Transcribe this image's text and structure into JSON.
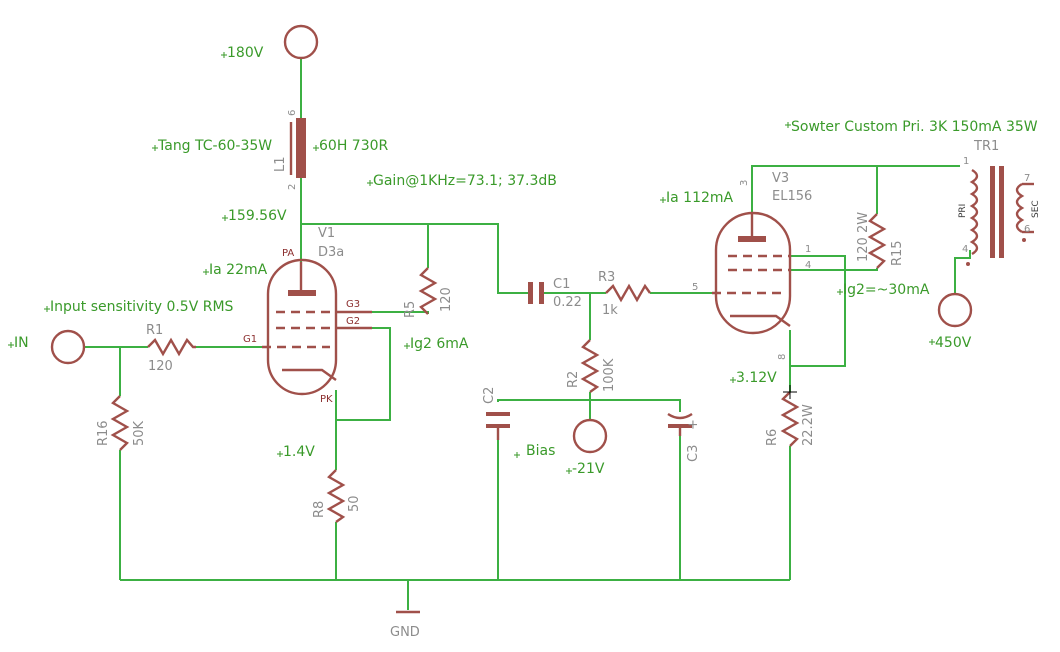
{
  "colors": {
    "wire": "#3cb043",
    "component": "#a0504a",
    "annotation": "#3a9a2a",
    "label": "#8c8c8c",
    "background": "#ffffff"
  },
  "notes": {
    "v180": "180V",
    "choke_spec": "Tang TC-60-35W",
    "choke_value": "60H 730R",
    "gain": "Gain@1KHz=73.1; 37.3dB",
    "v159": "159.56V",
    "ia_v1": "Ia 22mA",
    "input_sens": "Input sensitivity 0.5V RMS",
    "in": "IN",
    "ig2_v1": "Ig2 6mA",
    "v1_4": "1.4V",
    "bias": "Bias",
    "v21": "-21V",
    "ia_v3": "Ia 112mA",
    "ig2_v3": "Ig2=~30mA",
    "v3_12": "3.12V",
    "sowter": "Sowter Custom Pri. 3K 150mA 35W",
    "v450": "450V",
    "gnd": "GND"
  },
  "parts": {
    "L1": {
      "ref": "L1",
      "pin_top": "6",
      "pin_bottom": "2"
    },
    "V1": {
      "ref": "V1",
      "type": "D3a",
      "pa": "PA",
      "pk": "PK",
      "g1": "G1",
      "g2": "G2",
      "g3": "G3"
    },
    "V3": {
      "ref": "V3",
      "type": "EL156",
      "p_anode": "3",
      "p_g1": "5",
      "p_g2a": "1",
      "p_g2b": "4",
      "p_k": "8"
    },
    "R1": {
      "ref": "R1",
      "value": "120"
    },
    "R16": {
      "ref": "R16",
      "value": "50K"
    },
    "R5": {
      "ref": "R5",
      "value": "120"
    },
    "R8": {
      "ref": "R8",
      "value": "50"
    },
    "C1": {
      "ref": "C1",
      "value": "0.22"
    },
    "R3": {
      "ref": "R3",
      "value": "1k"
    },
    "R2": {
      "ref": "R2",
      "value": "100K"
    },
    "C2": {
      "ref": "C2"
    },
    "C3": {
      "ref": "C3",
      "plus": "+"
    },
    "R15": {
      "ref": "R15",
      "value": "120 2W"
    },
    "R6": {
      "ref": "R6",
      "value": "22.2W"
    },
    "TR1": {
      "ref": "TR1",
      "pri": "PRI",
      "sec": "SEC",
      "p1": "1",
      "p4": "4",
      "p7": "7",
      "p6": "6"
    }
  }
}
